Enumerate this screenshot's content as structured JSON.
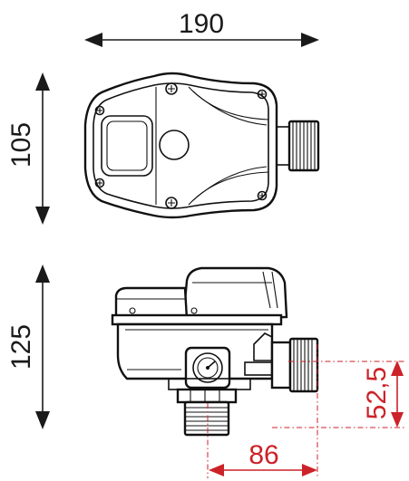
{
  "dimensions": {
    "width_top": "190",
    "height_top": "105",
    "height_side": "125",
    "outlet_height": "52,5",
    "outlet_offset": "86"
  },
  "colors": {
    "line": "#111111",
    "dimension_black": "#1a1a1a",
    "dimension_red": "#cc2229",
    "background": "#ffffff"
  }
}
